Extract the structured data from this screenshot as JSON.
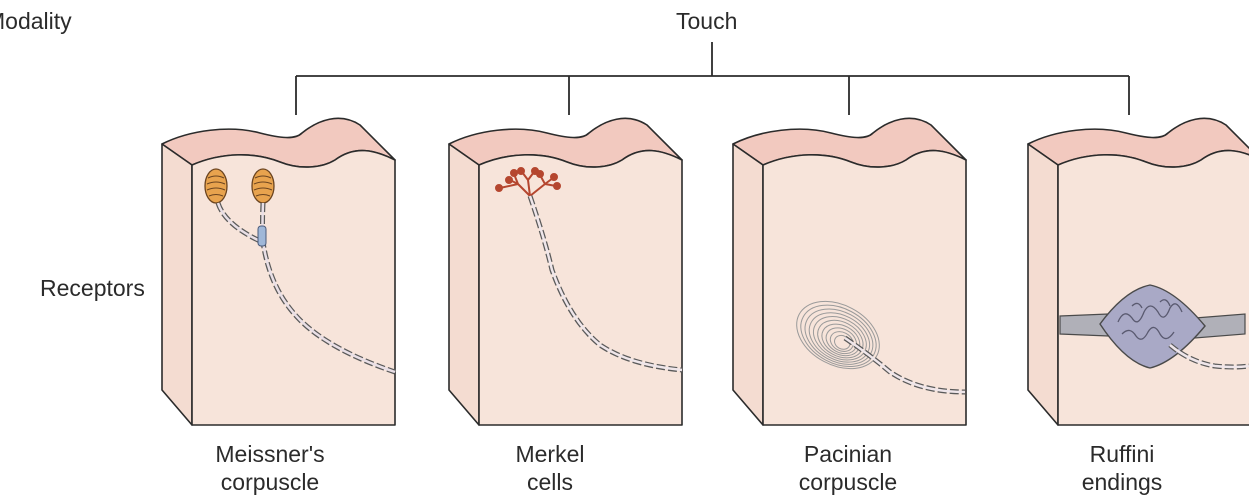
{
  "modality_label": "Modality",
  "root_label": "Touch",
  "row_label": "Receptors",
  "receptors": [
    {
      "line1": "Meissner's",
      "line2": "corpuscle"
    },
    {
      "line1": "Merkel",
      "line2": "cells"
    },
    {
      "line1": "Pacinian",
      "line2": "corpuscle"
    },
    {
      "line1": "Ruffini",
      "line2": "endings"
    }
  ],
  "colors": {
    "skin_fill": "#f7e4da",
    "skin_top": "#f2c9bf",
    "side_fill": "#f4dcd1",
    "outline": "#2b2b2b",
    "meissner": "#e8a34e",
    "merkel": "#b5462f",
    "pacinian": "#9a9a9a",
    "ruffini": "#a9a9c6",
    "axon_glia": "#9fb7d8"
  }
}
